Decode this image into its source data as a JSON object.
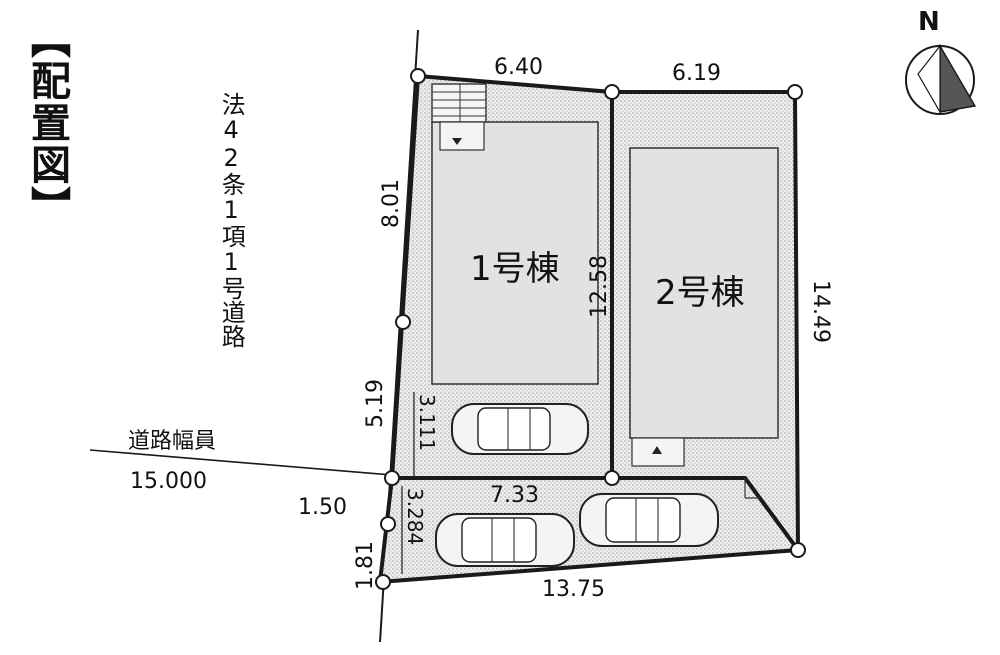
{
  "title": "【配置図】",
  "north_label": "N",
  "road": {
    "classification": "法42条1項1号道路",
    "width_label": "道路幅員",
    "width_value": "15.000"
  },
  "buildings": {
    "b1": "1号棟",
    "b2": "2号棟"
  },
  "dimensions": {
    "top_left": "6.40",
    "top_right": "6.19",
    "left_upper": "8.01",
    "left_lower": "5.19",
    "center_divider": "12.58",
    "right": "14.49",
    "bottom": "13.75",
    "parking_left": "1.50",
    "parking_lower_left": "1.81",
    "parking_width": "7.33",
    "parking_depth_upper": "3.111",
    "parking_depth_lower": "3.284"
  },
  "colors": {
    "line": "#1a1a1a",
    "lot_fill": "#e9e9e9",
    "building_fill": "#dddddd",
    "compass_fill": "#555555"
  }
}
